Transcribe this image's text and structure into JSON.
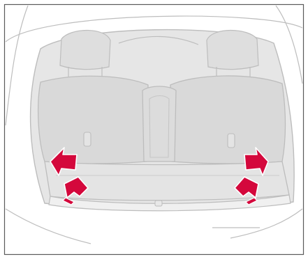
{
  "figure": {
    "subject": "car-trunk-interior-view",
    "colors": {
      "frame": "#5a5a5a",
      "outline": "#bdbdbd",
      "trunk_fill": "#e6e6e6",
      "seat_fill": "#d9d9d9",
      "arrow_fill": "#d4083c",
      "arrow_stroke": "#ffffff"
    },
    "callout_arrows": [
      {
        "name": "arrow-rear-left",
        "icon": "arrow-icon",
        "count": 1
      },
      {
        "name": "arrow-rear-right",
        "icon": "arrow-icon",
        "count": 1
      },
      {
        "name": "arrow-floor-left",
        "icon": "arrow-icon",
        "count": 1
      },
      {
        "name": "arrow-floor-right",
        "icon": "arrow-icon",
        "count": 1
      }
    ]
  }
}
